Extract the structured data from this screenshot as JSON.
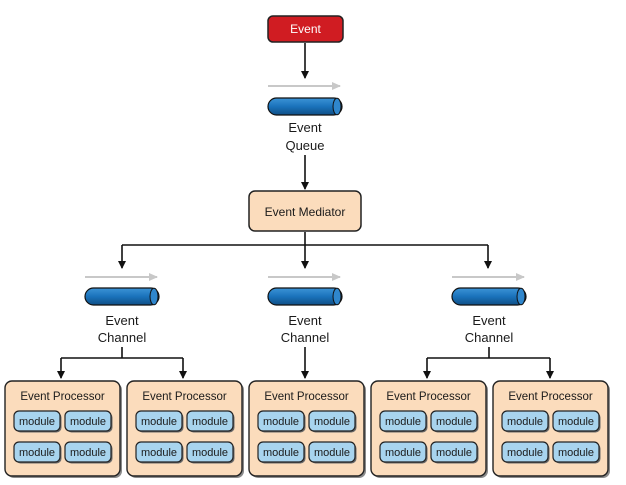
{
  "event": {
    "label": "Event",
    "color": "#d01c22"
  },
  "queue": {
    "label_line1": "Event",
    "label_line2": "Queue"
  },
  "mediator": {
    "label": "Event Mediator",
    "color": "#fbdcbc"
  },
  "channels": [
    {
      "label_line1": "Event",
      "label_line2": "Channel"
    },
    {
      "label_line1": "Event",
      "label_line2": "Channel"
    },
    {
      "label_line1": "Event",
      "label_line2": "Channel"
    }
  ],
  "processors": [
    {
      "label": "Event Processor",
      "modules": [
        "module",
        "module",
        "module",
        "module"
      ]
    },
    {
      "label": "Event Processor",
      "modules": [
        "module",
        "module",
        "module",
        "module"
      ]
    },
    {
      "label": "Event Processor",
      "modules": [
        "module",
        "module",
        "module",
        "module"
      ]
    },
    {
      "label": "Event Processor",
      "modules": [
        "module",
        "module",
        "module",
        "module"
      ]
    },
    {
      "label": "Event Processor",
      "modules": [
        "module",
        "module",
        "module",
        "module"
      ]
    }
  ],
  "colors": {
    "pipe": "#1a72bb",
    "module": "#a8d4ee",
    "processor": "#fbdcbc",
    "flow_arrow": "#c8c8c8"
  }
}
